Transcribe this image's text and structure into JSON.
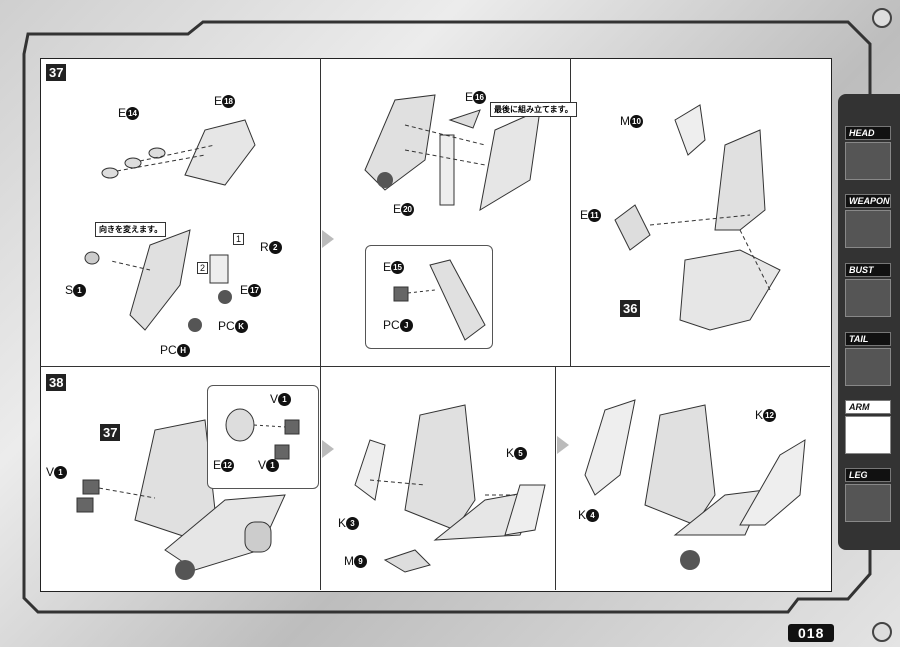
{
  "page_number": "018",
  "steps": {
    "s37": "37",
    "s38": "38",
    "ref36": "36",
    "ref37": "37"
  },
  "callouts": {
    "turn": "向きを変えます。",
    "assemble_last": "最後に組み立てます。"
  },
  "labels": {
    "e14": {
      "letter": "E",
      "num": "14"
    },
    "e18": {
      "letter": "E",
      "num": "18"
    },
    "r2": {
      "letter": "R",
      "num": "2"
    },
    "s1": {
      "letter": "S",
      "num": "1"
    },
    "e17": {
      "letter": "E",
      "num": "17"
    },
    "pck": {
      "letter": "PC",
      "num": "K"
    },
    "pch": {
      "letter": "PC",
      "num": "H"
    },
    "e16": {
      "letter": "E",
      "num": "16"
    },
    "e20": {
      "letter": "E",
      "num": "20"
    },
    "e15": {
      "letter": "E",
      "num": "15"
    },
    "pcj": {
      "letter": "PC",
      "num": "J"
    },
    "m10": {
      "letter": "M",
      "num": "10"
    },
    "e11": {
      "letter": "E",
      "num": "11"
    },
    "v1a": {
      "letter": "V",
      "num": "1"
    },
    "v1b": {
      "letter": "V",
      "num": "1"
    },
    "v1c": {
      "letter": "V",
      "num": "1"
    },
    "e12": {
      "letter": "E",
      "num": "12"
    },
    "k5": {
      "letter": "K",
      "num": "5"
    },
    "k3": {
      "letter": "K",
      "num": "3"
    },
    "m9": {
      "letter": "M",
      "num": "9"
    },
    "k4": {
      "letter": "K",
      "num": "4"
    },
    "k12": {
      "letter": "K",
      "num": "12"
    }
  },
  "sub_steps": {
    "one": "1",
    "two": "2"
  },
  "tabs": [
    {
      "label": "HEAD"
    },
    {
      "label": "WEAPON"
    },
    {
      "label": "BUST"
    },
    {
      "label": "TAIL"
    },
    {
      "label": "ARM"
    },
    {
      "label": "LEG"
    }
  ],
  "active_tab": "ARM"
}
